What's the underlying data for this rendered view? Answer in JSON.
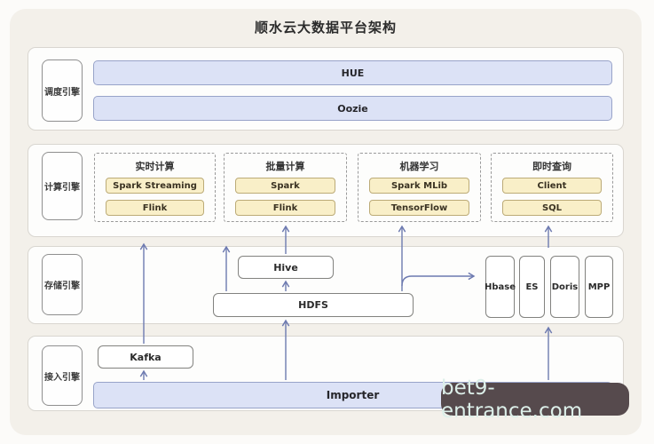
{
  "title": "顺水云大数据平台架构",
  "watermark": "bet9-entrance.com",
  "colors": {
    "page_bg": "#f3f0ea",
    "container_bg": "#fdfdfc",
    "container_border": "#d9d6d0",
    "bar_fill": "#dce2f6",
    "bar_border": "#98a3c9",
    "tech_fill": "#f9efc8",
    "tech_border": "#bcab77",
    "node_border": "#82827f",
    "arrow": "#6d7ab0",
    "watermark_bg": "#564a4d",
    "watermark_text": "#dcefe9"
  },
  "layers": [
    {
      "label": "调度引擎",
      "bars": [
        "HUE",
        "Oozie"
      ]
    },
    {
      "label": "计算引擎",
      "groups": [
        {
          "title": "实时计算",
          "items": [
            "Spark Streaming",
            "Flink"
          ]
        },
        {
          "title": "批量计算",
          "items": [
            "Spark",
            "Flink"
          ]
        },
        {
          "title": "机器学习",
          "items": [
            "Spark MLib",
            "TensorFlow"
          ]
        },
        {
          "title": "即时查询",
          "items": [
            "Client",
            "SQL"
          ]
        }
      ]
    },
    {
      "label": "存储引擎",
      "nodes": [
        "Hive",
        "HDFS",
        "Hbase",
        "ES",
        "Doris",
        "MPP"
      ]
    },
    {
      "label": "接入引擎",
      "nodes": [
        "Kafka",
        "Importer"
      ]
    }
  ]
}
